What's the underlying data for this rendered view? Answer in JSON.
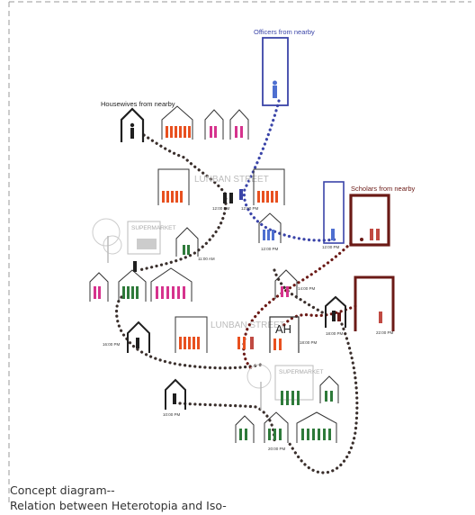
{
  "diagram": {
    "labels": {
      "officers": "Officers from nearby",
      "housewives": "Housewives from nearby",
      "scholars": "Scholars from nearby",
      "street_top": "LUNBAN STREET",
      "street_mid": "LUNBAN STREET",
      "supermarket_left": "SUPERMARKET",
      "supermarket_right": "SUPERMARKET",
      "ah": "AH"
    },
    "times": {
      "t_housewife_top": "12:00 PM",
      "t_officer_top": "12:00 PM",
      "t_scholar_top": "12:00 PM",
      "t_officer_mid": "12:00 PM",
      "t_left_market": "11:00 AM",
      "t_pink": "14:00 PM",
      "t_left_house": "16:00 PM",
      "t_ah": "18:00 PM",
      "t_scholar_house": "18:00 PM",
      "t_scholar_low": "22:00 PM",
      "t_bottom_house": "10:00 PM",
      "t_bottom_mid": "20:00 PM"
    },
    "colors": {
      "officers": "#3a44a8",
      "housewives": "#1f1f1f",
      "scholars": "#6b1a16",
      "orange": "#e8501f",
      "pink": "#d6338d",
      "green": "#2e7a3a",
      "blue": "#4e6fd0",
      "gray": "#aaaaaa"
    }
  },
  "caption": {
    "line1": "Concept diagram--",
    "line2": "Relation between Heterotopia and Iso-"
  }
}
